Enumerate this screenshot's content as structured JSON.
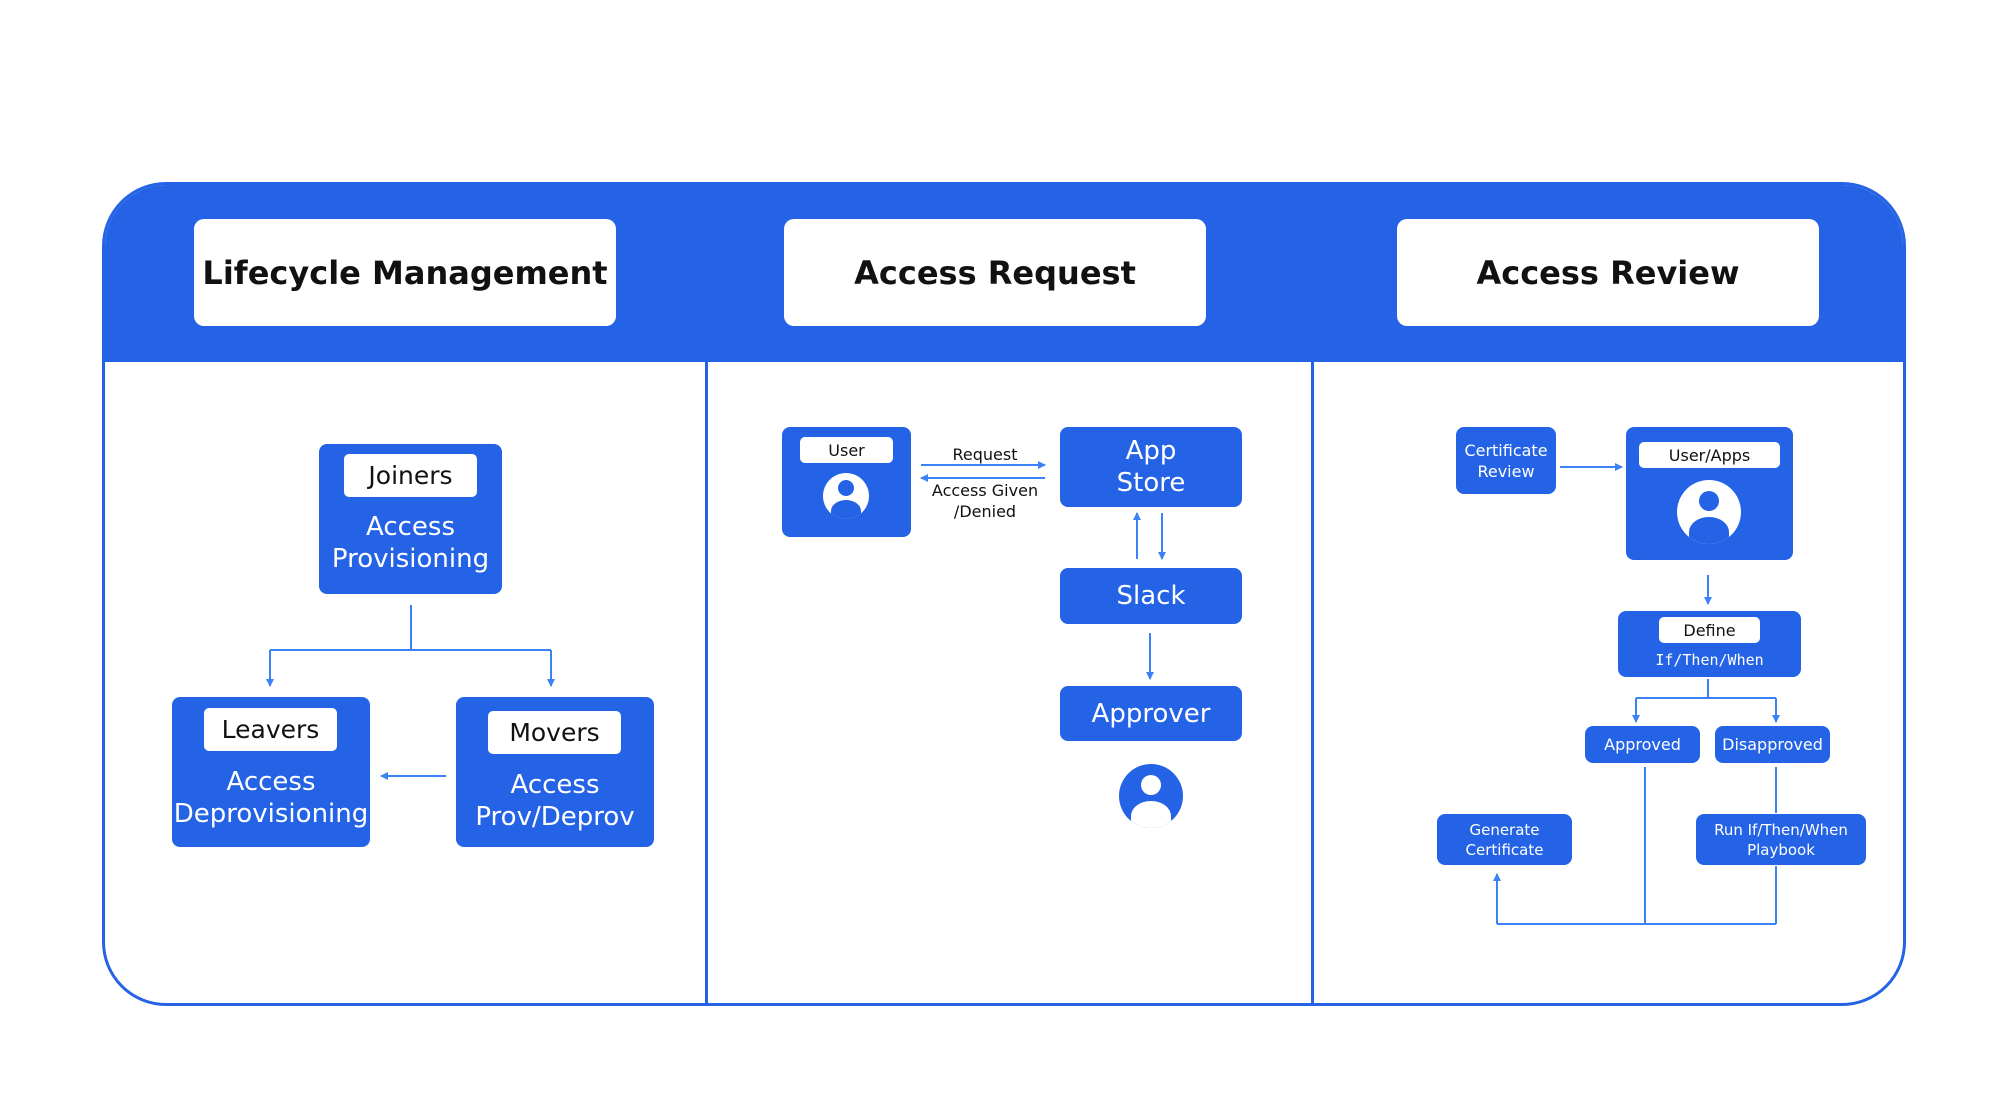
{
  "headers": {
    "lifecycle": "Lifecycle Management",
    "request": "Access Request",
    "review": "Access Review"
  },
  "lifecycle": {
    "joiners": {
      "title": "Joiners",
      "line1": "Access",
      "line2": "Provisioning"
    },
    "leavers": {
      "title": "Leavers",
      "line1": "Access",
      "line2": "Deprovisioning"
    },
    "movers": {
      "title": "Movers",
      "line1": "Access",
      "line2": "Prov/Deprov"
    }
  },
  "request": {
    "user": "User",
    "request_label": "Request",
    "given_line1": "Access Given",
    "given_line2": "/Denied",
    "appstore_line1": "App",
    "appstore_line2": "Store",
    "slack": "Slack",
    "approver": "Approver"
  },
  "review": {
    "cert_line1": "Certificate",
    "cert_line2": "Review",
    "userapps": "User/Apps",
    "define": "Define",
    "ifthen": "If/Then/When",
    "approved": "Approved",
    "disapproved": "Disapproved",
    "gen_line1": "Generate",
    "gen_line2": "Certificate",
    "run_line1": "Run If/Then/When",
    "run_line2": "Playbook"
  },
  "colors": {
    "accent": "#2563e6",
    "line": "#3b82f6",
    "text": "#111111",
    "background": "#ffffff"
  },
  "icons": [
    "user-avatar-icon"
  ]
}
